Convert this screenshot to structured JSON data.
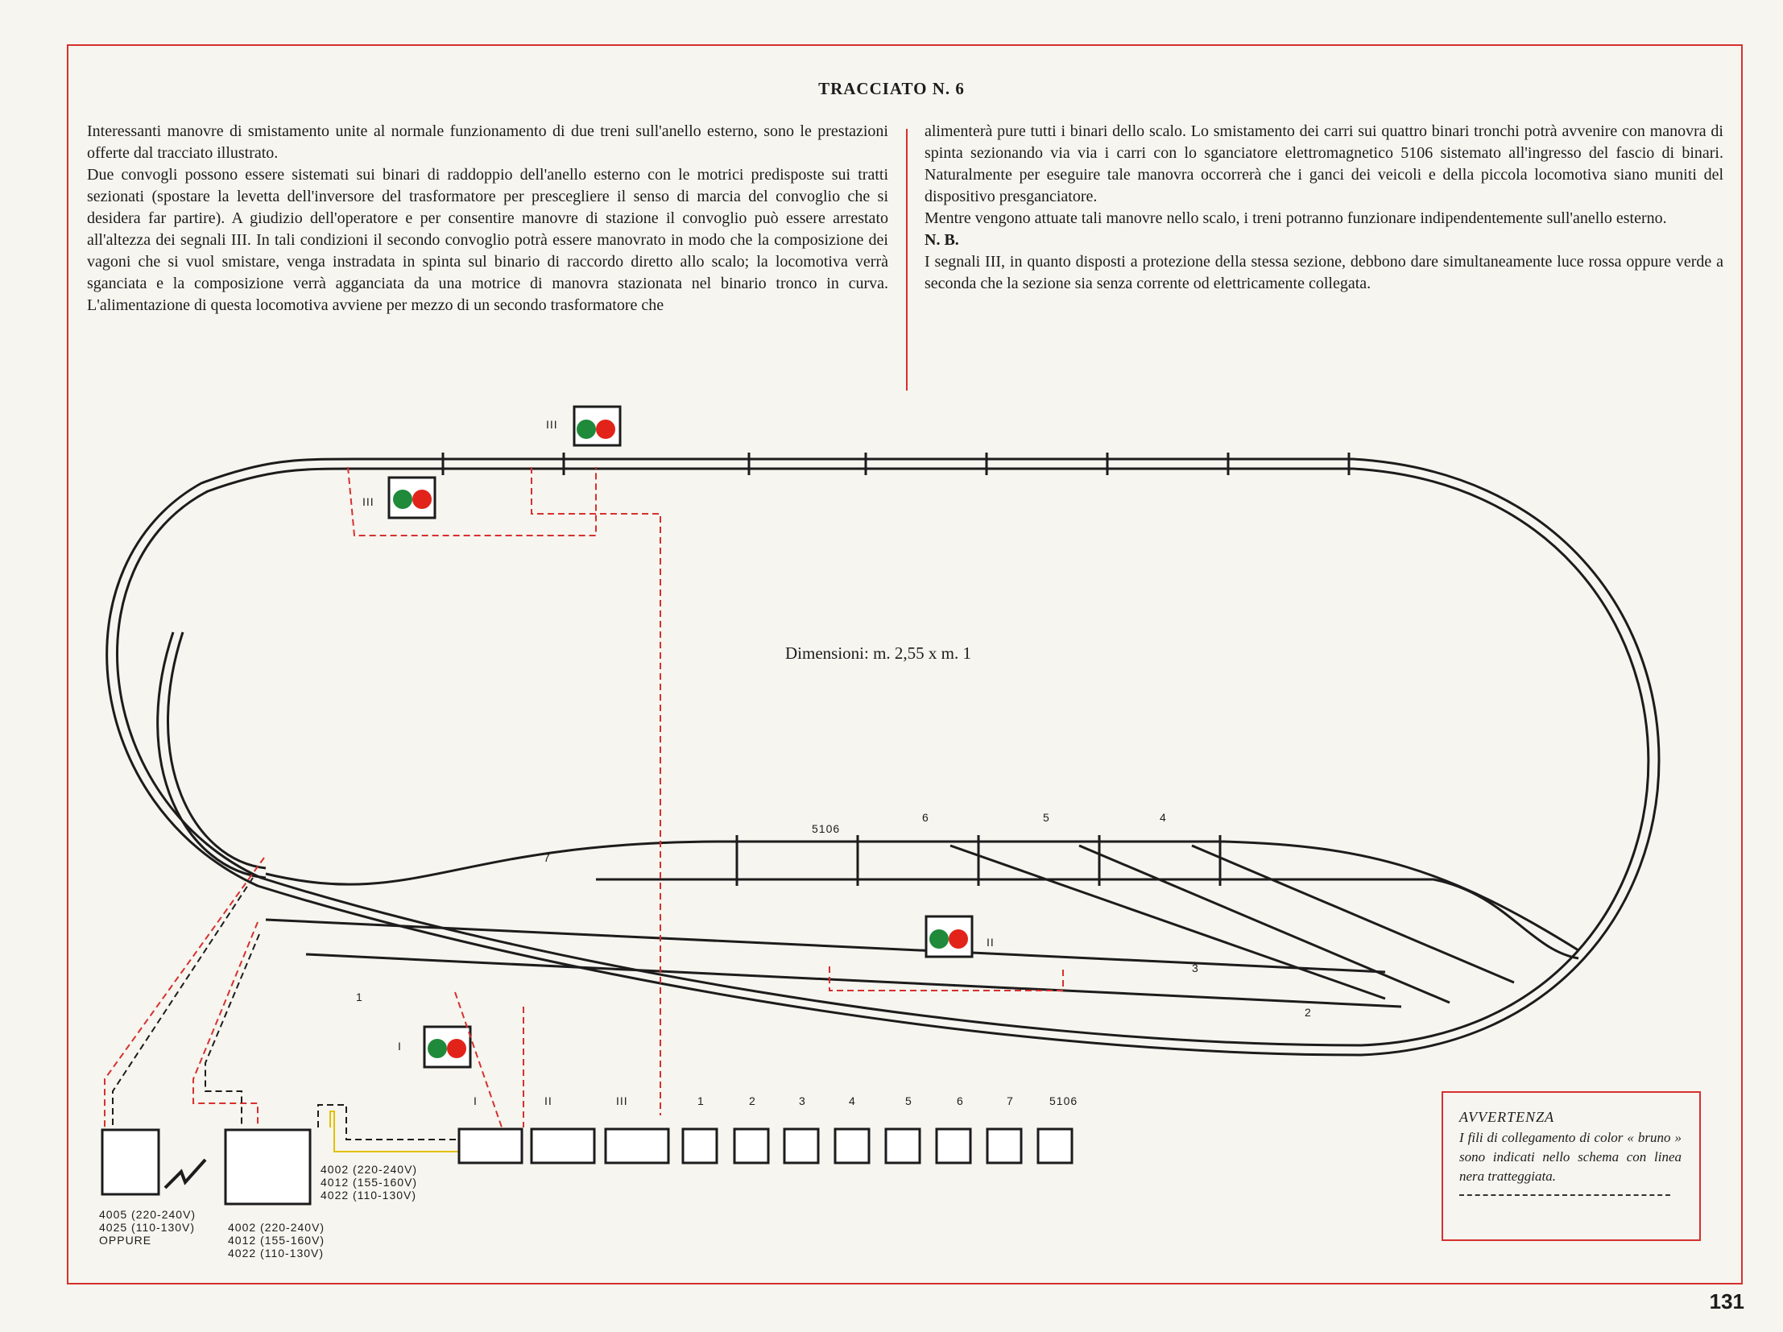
{
  "title": "TRACCIATO N. 6",
  "left_column": [
    "Interessanti manovre di smistamento unite al normale funzionamento di due treni sull'anello esterno, sono le prestazioni offerte dal tracciato illustrato.",
    "Due convogli possono essere sistemati sui binari di raddoppio dell'anello esterno con le motrici predisposte sui tratti sezionati (spostare la levetta dell'inversore del trasformatore per prescegliere il senso di marcia del convoglio che si desidera far partire). A giudizio dell'operatore e per consentire manovre di stazione il convoglio può essere arrestato all'altezza dei segnali III. In tali condizioni il secondo convoglio potrà essere manovrato in modo che la composizione dei vagoni che si vuol smistare, venga instradata in spinta sul binario di raccordo diretto allo scalo; la locomotiva verrà sganciata e la composizione verrà agganciata da una motrice di manovra stazionata nel binario tronco in curva. L'alimentazione di questa locomotiva avviene per mezzo di un secondo trasformatore che"
  ],
  "right_column": [
    "alimenterà pure tutti i binari dello scalo. Lo smistamento dei carri sui quattro binari tronchi potrà avvenire con manovra di spinta sezionando via via i carri con lo sganciatore elettromagnetico 5106 sistemato all'ingresso del fascio di binari. Naturalmente per eseguire tale manovra occorrerà che i ganci dei veicoli e della piccola locomotiva siano muniti del dispositivo presganciatore.",
    "Mentre vengono attuate tali manovre nello scalo, i treni potranno funzionare indipendentemente sull'anello esterno."
  ],
  "nb_heading": "N. B.",
  "nb_text": "I segnali III, in quanto disposti a protezione della stessa sezione, debbono dare simultaneamente luce rossa oppure verde a seconda che la sezione sia senza corrente od elettricamente collegata.",
  "dimensions": "Dimensioni: m. 2,55 x m. 1",
  "signal_labels": {
    "top": "III",
    "top_inner": "III",
    "middle": "II",
    "bottom": "I"
  },
  "track_labels": {
    "uncoupler": "5106",
    "t6": "6",
    "t5": "5",
    "t4": "4",
    "t7": "7",
    "t1": "1",
    "t3": "3",
    "t2": "2"
  },
  "panel_labels": [
    "I",
    "II",
    "III",
    "1",
    "2",
    "3",
    "4",
    "5",
    "6",
    "7",
    "5106"
  ],
  "transformer_right_lines": [
    "4002 (220-240V)",
    "4012 (155-160V)",
    "4022 (110-130V)"
  ],
  "transformer_left_lines": [
    "4005 (220-240V)",
    "4025 (110-130V)",
    "OPPURE"
  ],
  "transformer_bottom_lines": [
    "4002 (220-240V)",
    "4012 (155-160V)",
    "4022 (110-130V)"
  ],
  "warning": {
    "title": "AVVERTENZA",
    "body": "I fili di collegamento di color « bruno » sono indicati nello schema con linea nera tratteggiata."
  },
  "page_number": "131",
  "colors": {
    "frame": "#d6302f",
    "wire_red": "#d6302f",
    "wire_yellow": "#e3c000",
    "signal_red": "#e2231a",
    "signal_green": "#1f8a3a",
    "track": "#1c1c1c"
  }
}
